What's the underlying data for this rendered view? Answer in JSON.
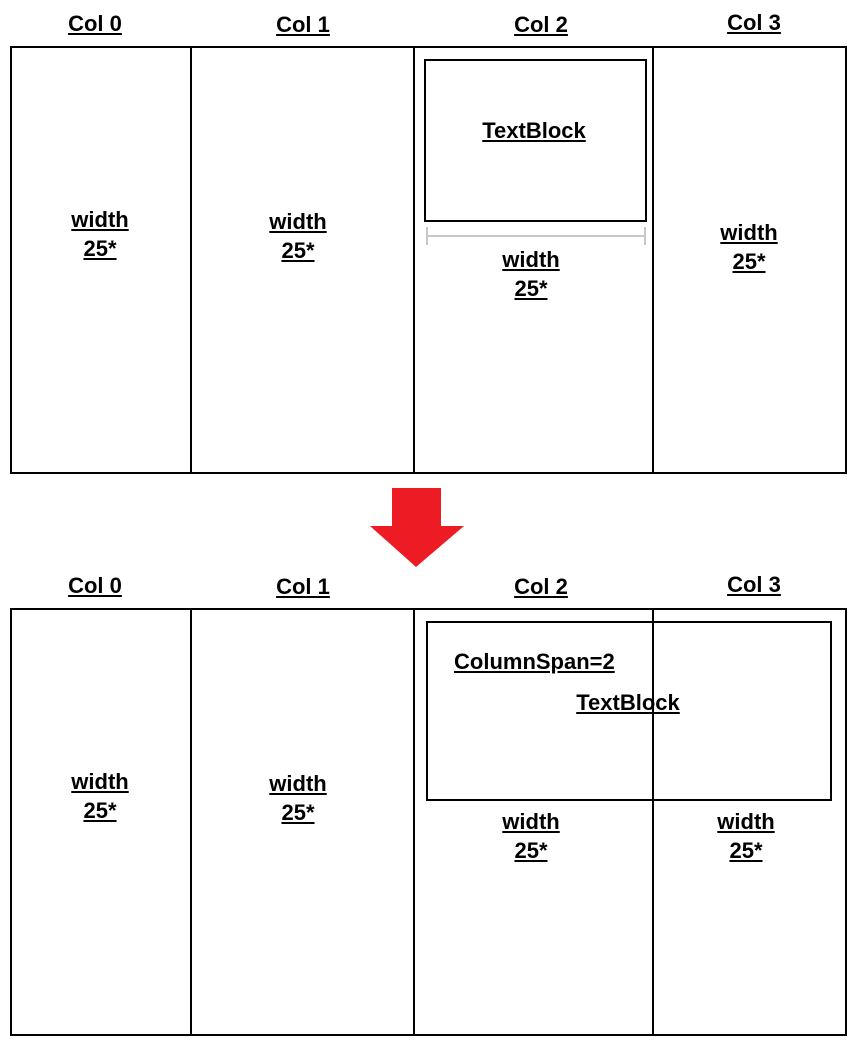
{
  "top": {
    "columns": [
      {
        "header": "Col 0",
        "width_label": [
          "width",
          "25*"
        ]
      },
      {
        "header": "Col 1",
        "width_label": [
          "width",
          "25*"
        ]
      },
      {
        "header": "Col 2",
        "width_label": [
          "width",
          "25*"
        ]
      },
      {
        "header": "Col 3",
        "width_label": [
          "width",
          "25*"
        ]
      }
    ],
    "textblock": "TextBlock"
  },
  "bottom": {
    "columns": [
      {
        "header": "Col 0",
        "width_label": [
          "width",
          "25*"
        ]
      },
      {
        "header": "Col 1",
        "width_label": [
          "width",
          "25*"
        ]
      },
      {
        "header": "Col 2",
        "width_label": [
          "width",
          "25*"
        ]
      },
      {
        "header": "Col 3",
        "width_label": [
          "width",
          "25*"
        ]
      }
    ],
    "columnspan": "ColumnSpan=2",
    "textblock": "TextBlock"
  },
  "colors": {
    "arrow": "#ed1c24",
    "dimension_bar": "#c8c8c8",
    "line": "#000000"
  }
}
